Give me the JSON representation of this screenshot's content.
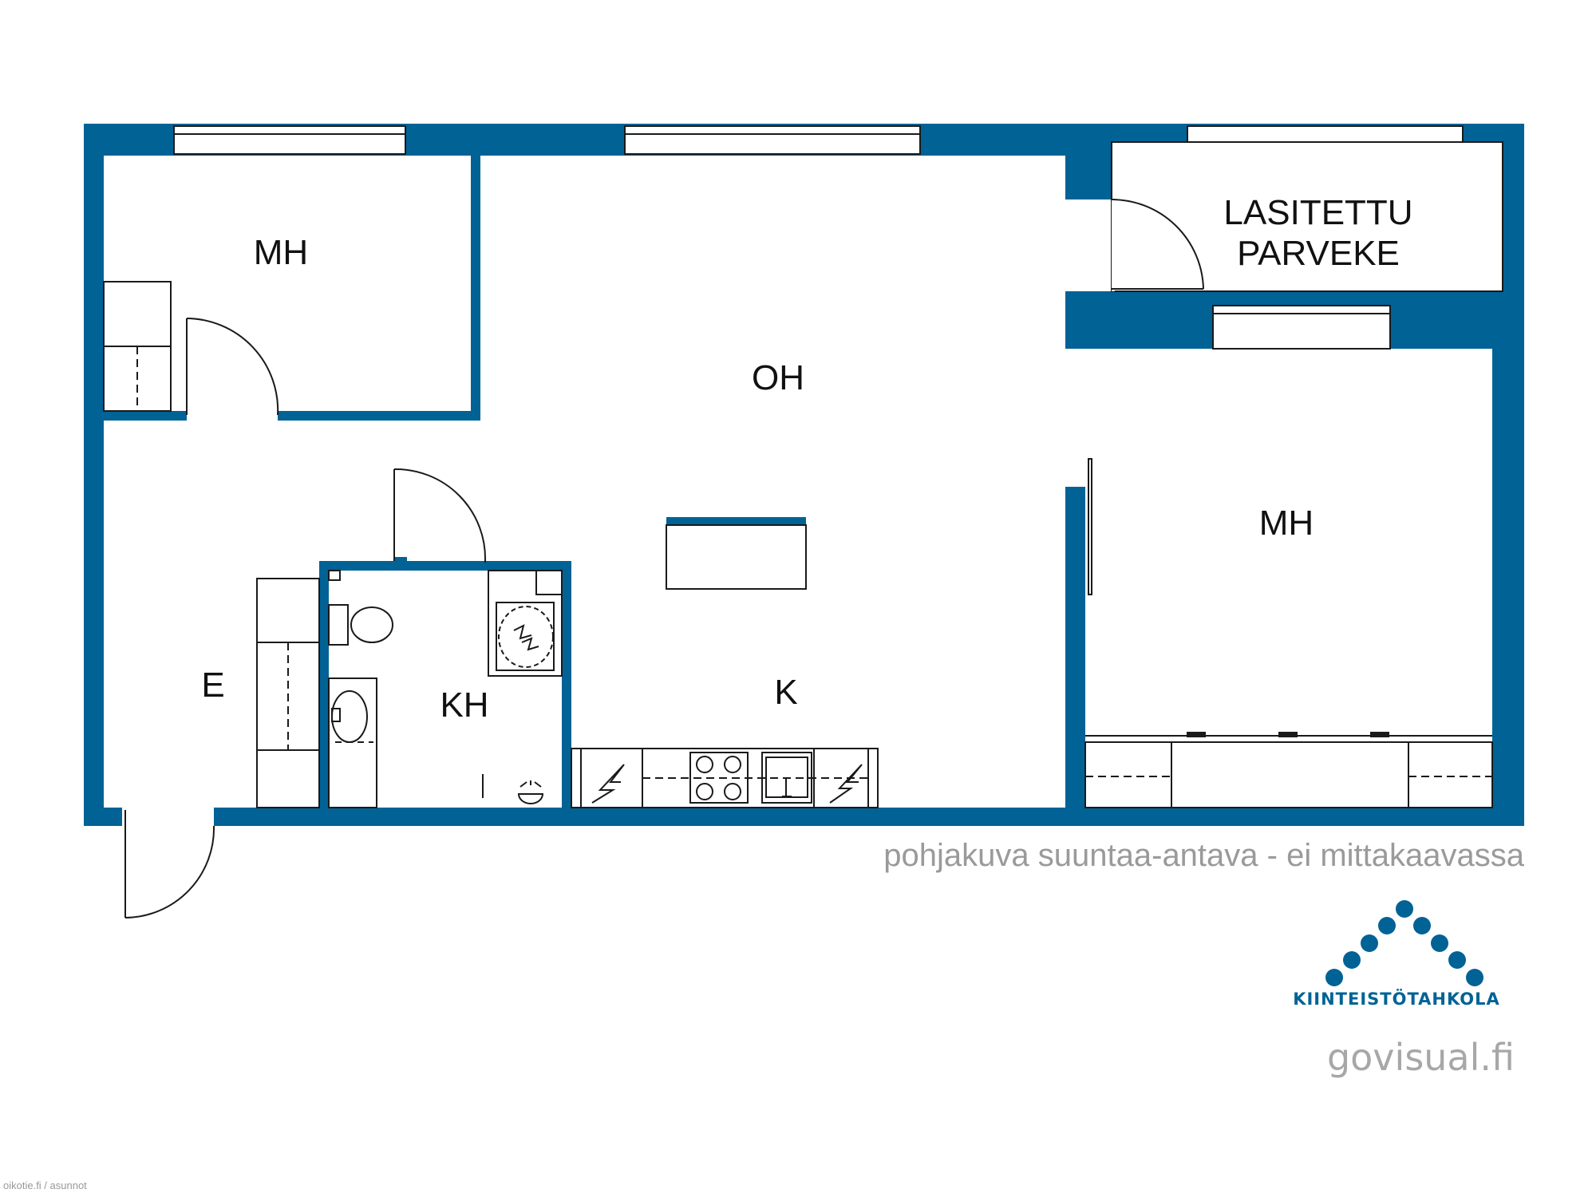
{
  "colors": {
    "wall": "#006295",
    "line": "#1a1a1a",
    "disclaimer": "#9a9a9a",
    "website": "#a7a7a7"
  },
  "rooms": {
    "bedroom_1": "MH",
    "living_room": "OH",
    "balcony_line1": "LASITETTU",
    "balcony_line2": "PARVEKE",
    "bedroom_2": "MH",
    "entrance": "E",
    "bathroom": "KH",
    "kitchen": "K"
  },
  "disclaimer": "pohjakuva suuntaa-antava - ei mittakaavassa",
  "brand": {
    "name": "KIINTEISTÖTAHKOLA",
    "website": "govisual.fi",
    "logo_icon": "dotted-roof-logo-icon"
  },
  "source_note": "oikotie.fi / asunnot"
}
